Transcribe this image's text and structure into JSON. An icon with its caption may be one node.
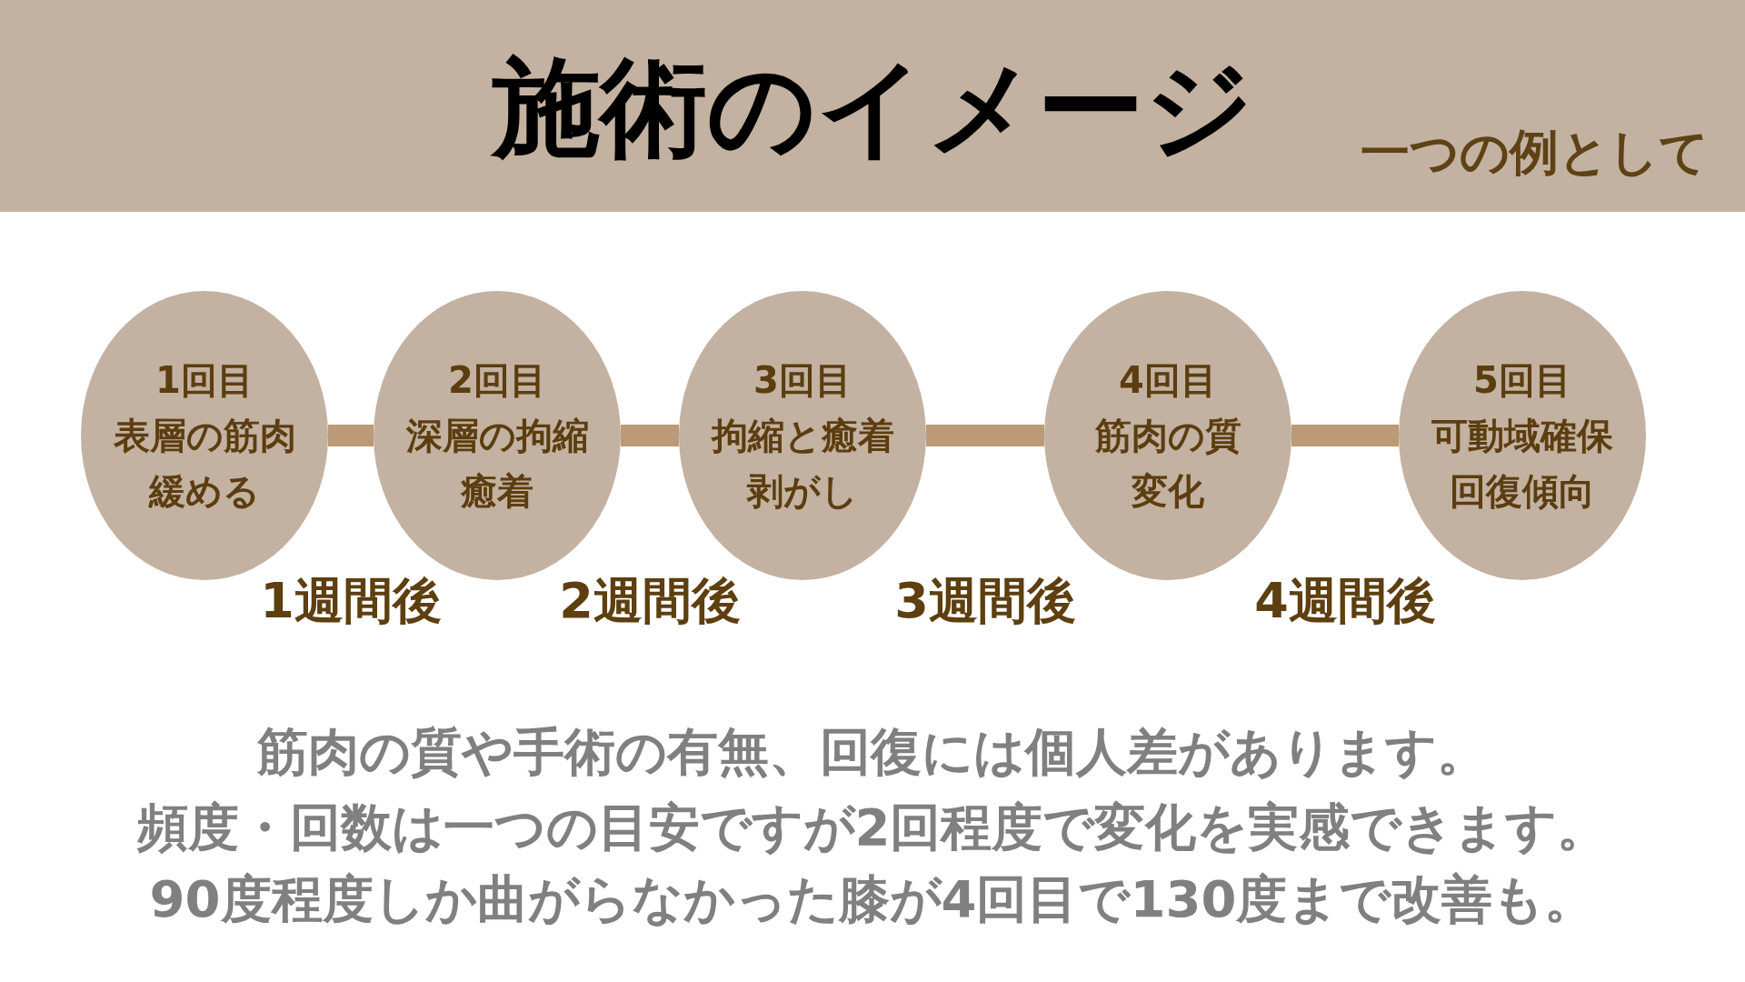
{
  "diagram": {
    "title": "施術のイメージ",
    "nodes": [
      {
        "text": [
          "1回目",
          "表層の筋肉緩める"
        ]
      },
      {
        "text": [
          "2回目",
          "深層の拘縮癒着"
        ]
      },
      {
        "text": [
          "3回目",
          "拘縮と癒着剥がし"
        ]
      },
      {
        "text": [
          "4回目",
          "筋肉の質変化"
        ]
      },
      {
        "text": [
          "5回目",
          "可動域確保回復傾向"
        ]
      }
    ],
    "edges": [
      {
        "from": 0,
        "to": 1,
        "arrow": "none",
        "label": "1週間後"
      },
      {
        "from": 1,
        "to": 2,
        "arrow": "none",
        "label": "2週間後"
      },
      {
        "from": 2,
        "to": 3,
        "arrow": "none",
        "label": "3週間後"
      },
      {
        "from": 3,
        "to": 4,
        "arrow": "none",
        "label": "4週間後"
      }
    ],
    "labels": [
      "一つの例として",
      "筋肉の質や手術の有無、回復には個人差があります。",
      "頻度・回数は一つの目安ですが2回程度で変化を実感できます。",
      "90度程度しか曲がらなかった膝が4回目で130度まで改善も。"
    ]
  }
}
